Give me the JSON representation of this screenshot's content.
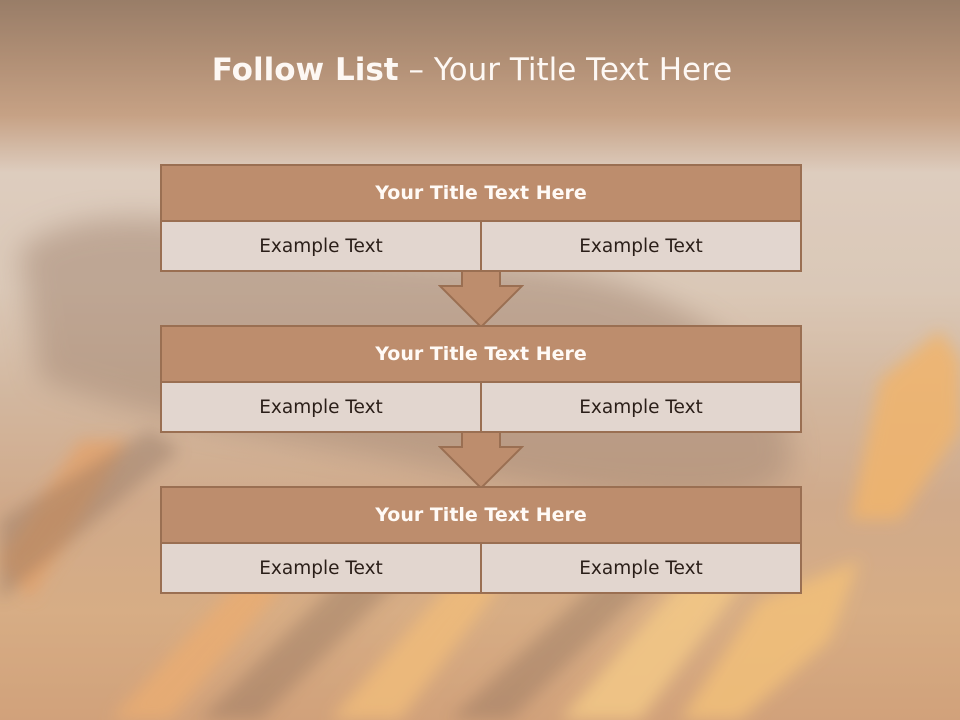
{
  "slide": {
    "title_bold": "Follow List",
    "title_rest": " – Your Title Text Here"
  },
  "blocks": [
    {
      "title": "Your Title Text Here",
      "left": "Example Text",
      "right": "Example Text"
    },
    {
      "title": "Your Title Text Here",
      "left": "Example Text",
      "right": "Example Text"
    },
    {
      "title": "Your Title Text Here",
      "left": "Example Text",
      "right": "Example Text"
    }
  ],
  "colors": {
    "header_fill": "#bd8d6d",
    "border": "#9a6f52",
    "cell_fill": "#e2d6cf",
    "title_text": "#fdf8f4"
  }
}
